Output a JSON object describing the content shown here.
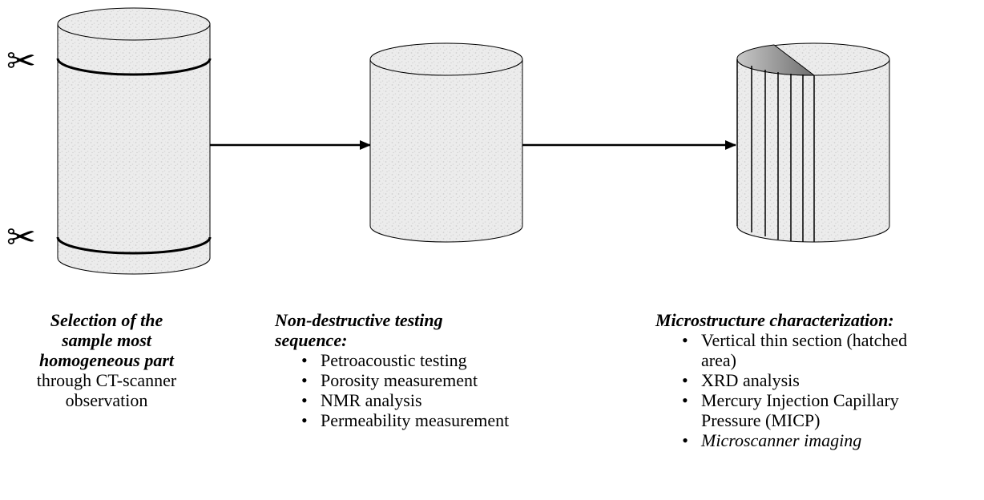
{
  "captions": {
    "step1": {
      "line1": "Selection of the",
      "line2": "sample most",
      "line3": "homogeneous part",
      "line4": "through CT-scanner",
      "line5": "observation"
    },
    "step2": {
      "heading_line1": "Non-destructive testing",
      "heading_line2": "sequence:",
      "items": [
        "Petroacoustic testing",
        "Porosity measurement",
        "NMR analysis",
        "Permeability measurement"
      ]
    },
    "step3": {
      "heading": "Microstructure characterization:",
      "item1_line1": "Vertical thin section (hatched",
      "item1_line2": "area)",
      "item2": "XRD analysis",
      "item3_line1": "Mercury Injection Capillary",
      "item3_line2": "Pressure (MICP)",
      "item4": "Microscanner imaging"
    }
  },
  "icons": {
    "scissors_glyph": "✂"
  },
  "colors": {
    "stroke": "#000000",
    "rock_fill": "#e9e9e9",
    "section_top": "#8a8a8a",
    "watermark": "#dbeef8"
  }
}
